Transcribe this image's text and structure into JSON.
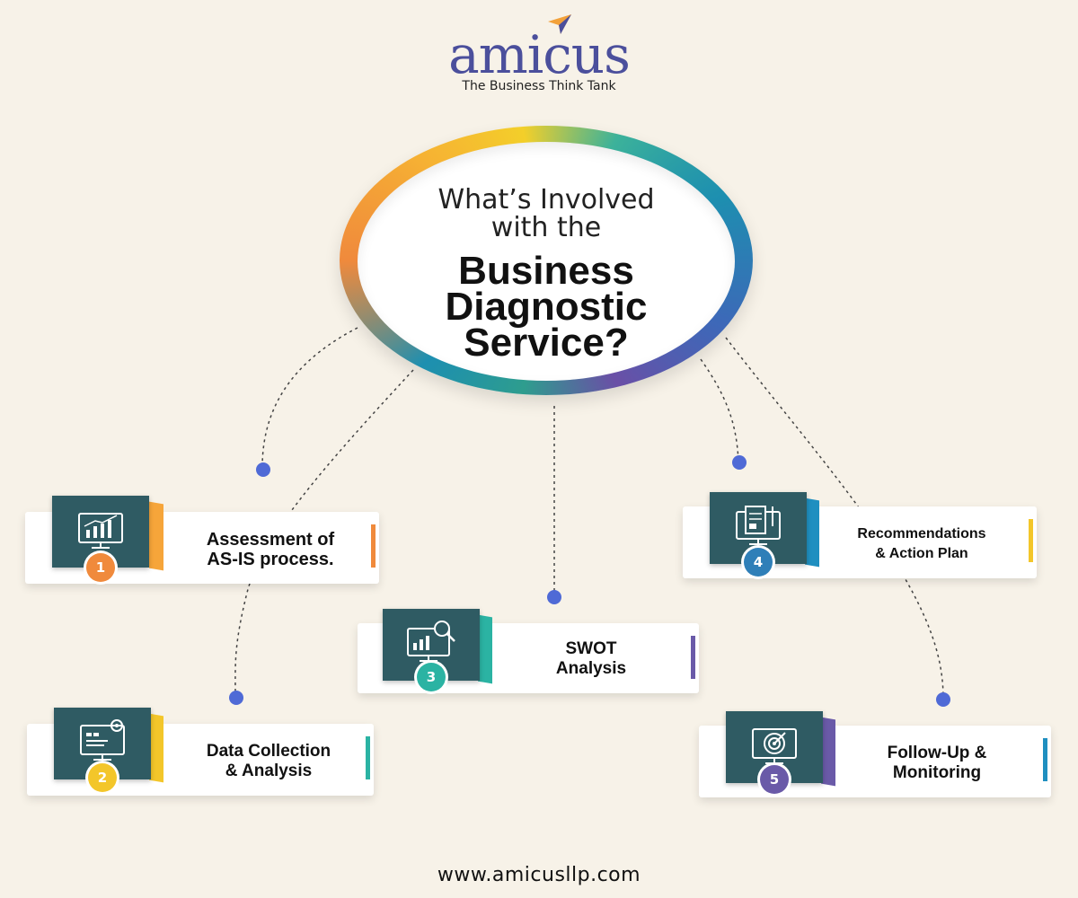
{
  "brand": {
    "name": "amicus",
    "tagline": "The Business Think Tank",
    "color": "#4b4f9c"
  },
  "circle": {
    "line1": "What’s Involved",
    "line2": "with the",
    "title_lines": [
      "Business",
      "Diagnostic",
      "Service?"
    ]
  },
  "steps": [
    {
      "number": "1",
      "lines": [
        "Assessment of",
        "AS-IS process."
      ],
      "color": "#f08a3c",
      "icon": "chart-monitor-icon"
    },
    {
      "number": "2",
      "lines": [
        "Data Collection",
        "& Analysis"
      ],
      "color": "#f3c62a",
      "icon": "analytics-monitor-icon"
    },
    {
      "number": "3",
      "lines": [
        "SWOT",
        "Analysis"
      ],
      "color": "#2bb3a3",
      "icon": "search-chart-icon"
    },
    {
      "number": "4",
      "lines": [
        "Recommendations",
        "& Action Plan"
      ],
      "color": "#1f8fc0",
      "icon": "document-monitor-icon"
    },
    {
      "number": "5",
      "lines": [
        "Follow-Up &",
        "Monitoring"
      ],
      "color": "#6a5aa8",
      "icon": "target-monitor-icon"
    }
  ],
  "footer": {
    "url": "www.amicusllp.com"
  }
}
